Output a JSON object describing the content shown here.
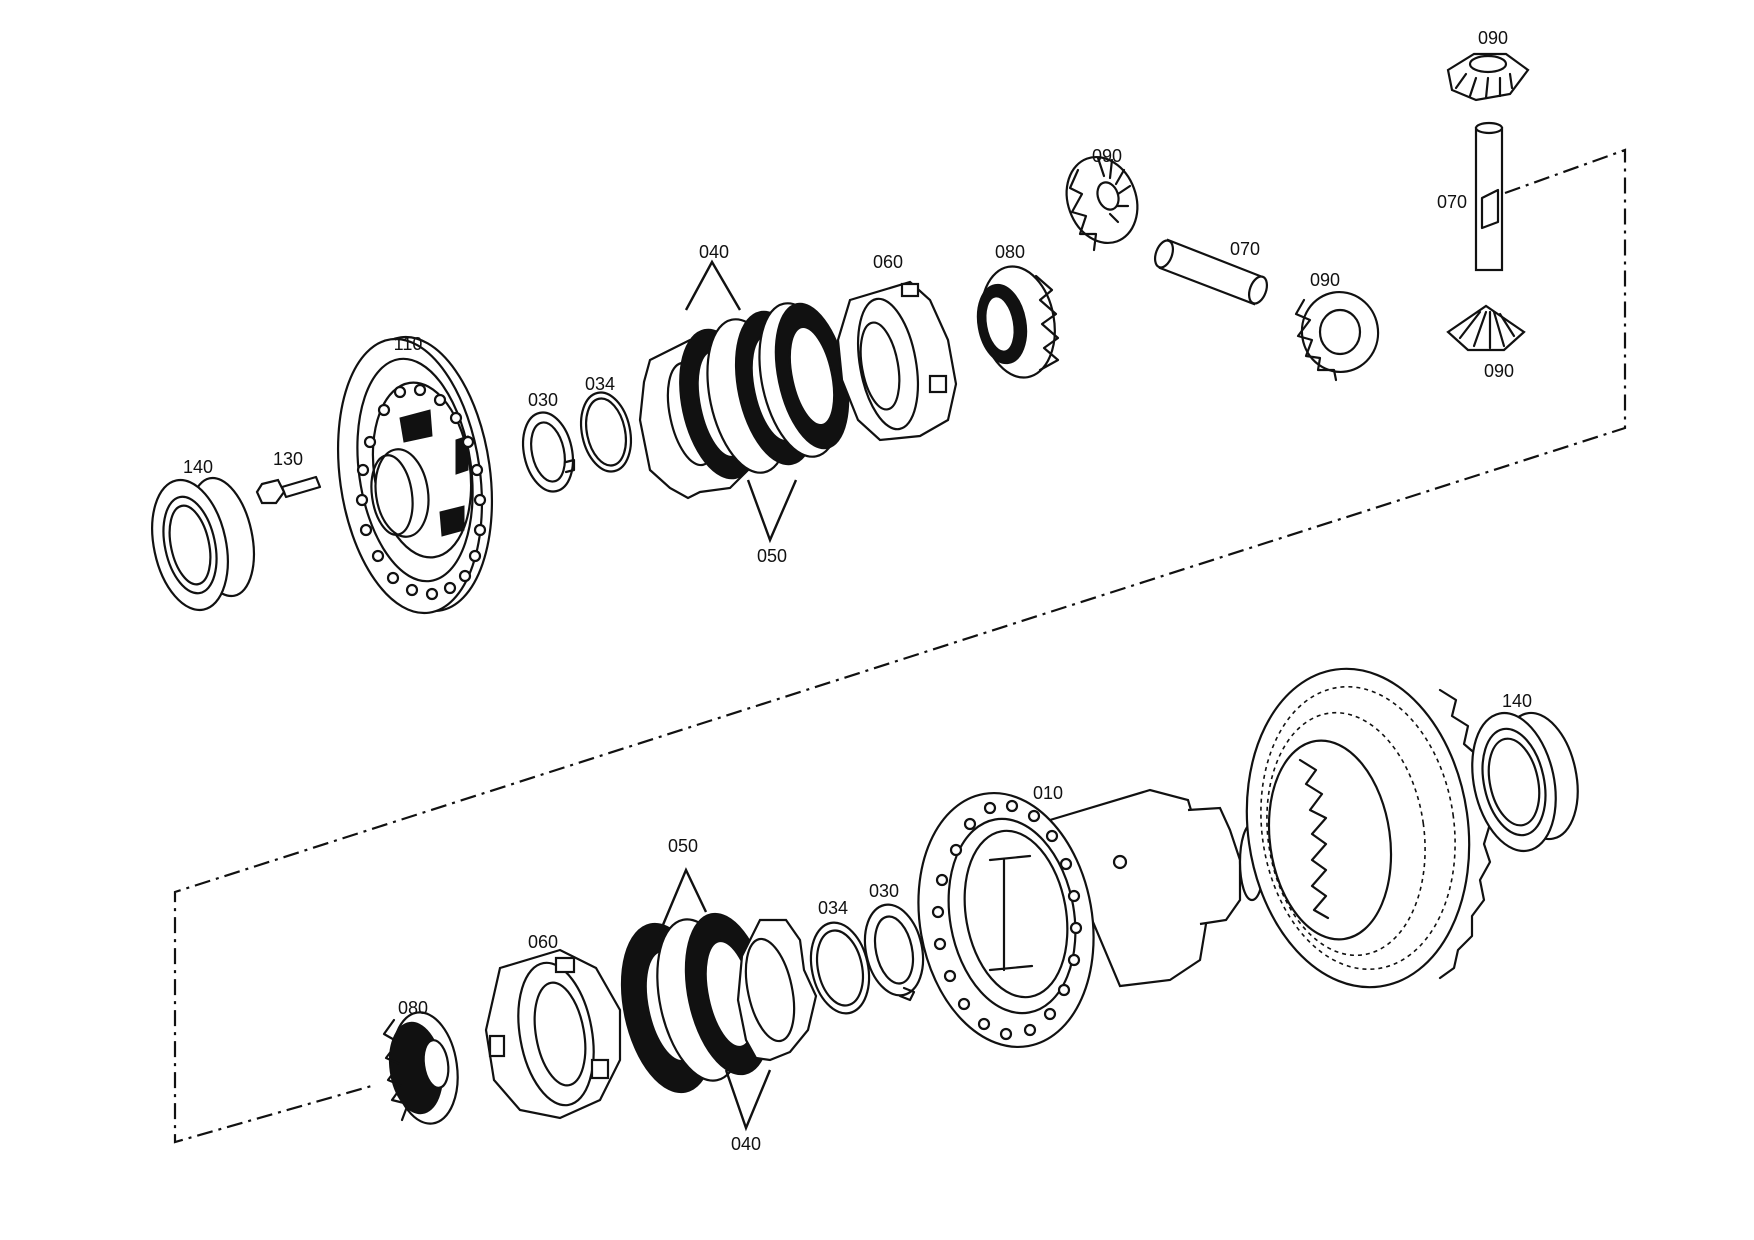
{
  "callouts": {
    "c_090_top": "090",
    "c_070_vert": "070",
    "c_090_vert_bottom": "090",
    "c_090_mid": "090",
    "c_070_pin": "070",
    "c_090_right": "090",
    "c_040_top": "040",
    "c_060_top": "060",
    "c_080_top": "080",
    "c_110": "110",
    "c_030_top": "030",
    "c_034_top": "034",
    "c_140_left": "140",
    "c_130": "130",
    "c_050_top": "050",
    "c_140_right": "140",
    "c_010": "010",
    "c_050_bottom": "050",
    "c_060_bottom": "060",
    "c_034_bottom": "034",
    "c_030_bottom": "030",
    "c_080_bottom": "080",
    "c_040_bottom": "040"
  }
}
